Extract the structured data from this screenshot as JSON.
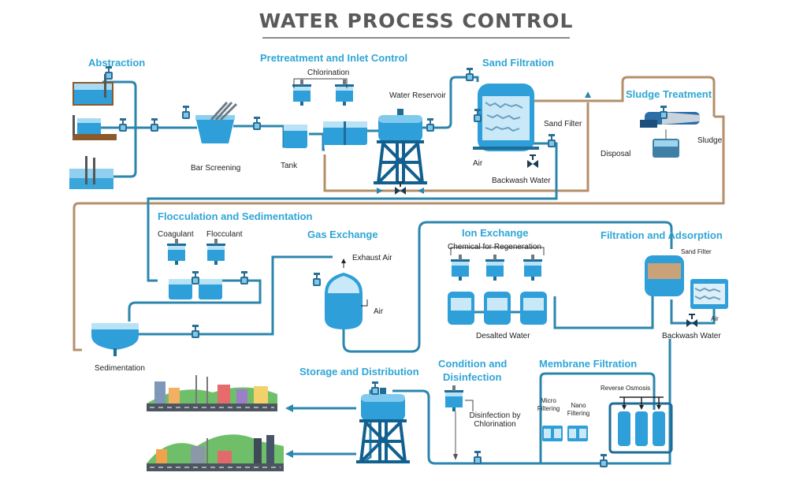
{
  "title": "WATER PROCESS CONTROL",
  "sections": {
    "abstraction": "Abstraction",
    "pretreatment": "Pretreatment and Inlet Control",
    "sand_filtration": "Sand Filtration",
    "sludge_treatment": "Sludge Treatment",
    "flocculation": "Flocculation and Sedimentation",
    "gas_exchange": "Gas Exchange",
    "ion_exchange": "Ion Exchange",
    "filtration_adsorption": "Filtration and Adsorption",
    "storage_distribution": "Storage and Distribution",
    "condition_disinfection_1": "Condition and",
    "condition_disinfection_2": "Disinfection",
    "membrane_filtration": "Membrane Filtration"
  },
  "labels": {
    "chlorination": "Chlorination",
    "water_reservoir": "Water Reservoir",
    "bar_screening": "Bar Screening",
    "tank": "Tank",
    "sand_filter": "Sand Filter",
    "air": "Air",
    "backwash_water": "Backwash Water",
    "disposal": "Disposal",
    "sludge": "Sludge",
    "coagulant": "Coagulant",
    "flocculant": "Flocculant",
    "exhaust_air": "Exhaust Air",
    "air_gas": "Air",
    "sedimentation": "Sedimentation",
    "chemical_regeneration": "Chemical for Regeneration",
    "desalted_water": "Desalted Water",
    "sand_filter_2": "Sand Filter",
    "air_2": "Air",
    "backwash_water_2": "Backwash Water",
    "disinfection_1": "Disinfection by",
    "disinfection_2": "Chlorination",
    "micro_1": "Micro",
    "micro_2": "Filtering",
    "nano_1": "Nano",
    "nano_2": "Filtering",
    "reverse_osmosis": "Reverse Osmosis"
  },
  "colors": {
    "water_pipe": "#2b86ad",
    "sludge_pipe": "#b58f6a",
    "tank_fill": "#2e9fd8",
    "tank_light": "#b8e2f6",
    "tower": "#12608f",
    "heading": "#2fa6d6"
  }
}
